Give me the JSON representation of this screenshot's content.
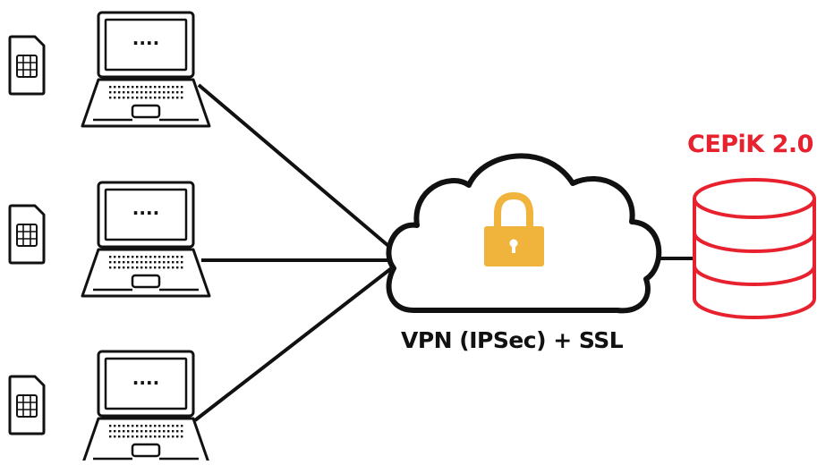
{
  "diagram": {
    "database_label": "CEPiK 2.0",
    "cloud_label": "VPN (IPSec) + SSL",
    "laptop_screen_text": "....",
    "colors": {
      "lines": "#111111",
      "database": "#e8212e",
      "padlock": "#f0b43c",
      "background": "#ffffff"
    },
    "icons": {
      "terminal": "laptop-icon",
      "card": "sim-card-icon",
      "cloud": "cloud-icon",
      "lock": "padlock-icon",
      "database": "database-icon"
    },
    "terminals": [
      {
        "id": "terminal-1"
      },
      {
        "id": "terminal-2"
      },
      {
        "id": "terminal-3"
      }
    ]
  }
}
